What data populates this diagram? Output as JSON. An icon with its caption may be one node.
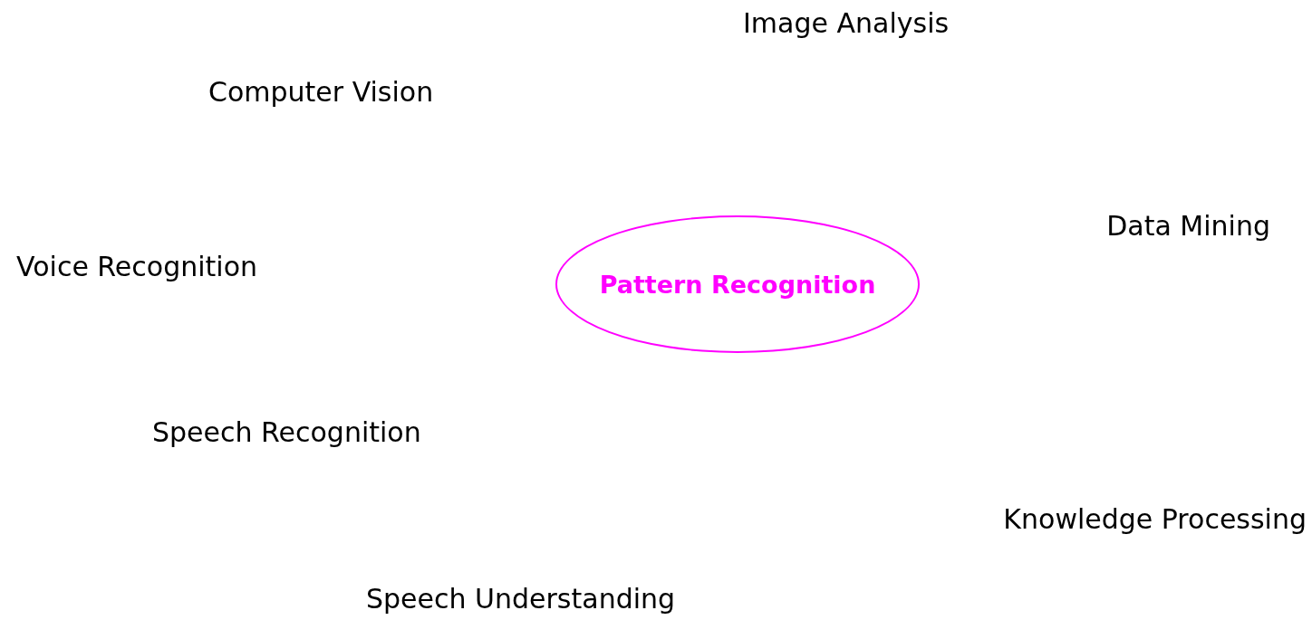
{
  "diagram": {
    "nodes": [
      {
        "text": [
          "Pattern Recognition"
        ]
      }
    ],
    "labels": [
      "Image Analysis",
      "Computer Vision",
      "Data Mining",
      "Voice Recognition",
      "Speech Recognition",
      "Knowledge Processing",
      "Speech Understanding"
    ]
  }
}
